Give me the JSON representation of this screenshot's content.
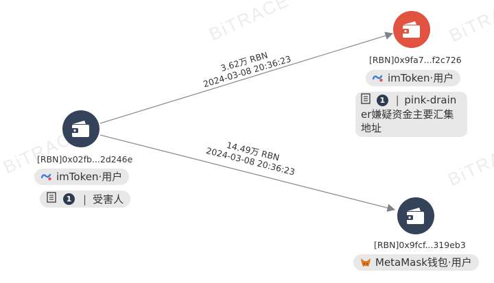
{
  "watermark": "BiTRACE",
  "colors": {
    "node_dark": "#34425a",
    "node_red": "#e15241",
    "edge": "#8a8f96",
    "pill_bg": "#e8e8e8"
  },
  "nodes": [
    {
      "id": "source",
      "address": "[RBN]0x02fb...2d246e",
      "color": "#34425a",
      "icon": "wallet-icon",
      "label_icon": "imtoken-icon",
      "label": "imToken·用户",
      "tag": {
        "icon": "note-icon",
        "count": "1",
        "separator": "|",
        "text": "受害人"
      }
    },
    {
      "id": "target-red",
      "address": "[RBN]0x9fa7...f2c726",
      "color": "#e15241",
      "icon": "wallet-icon",
      "label_icon": "imtoken-icon",
      "label": "imToken·用户",
      "tag": {
        "icon": "note-icon",
        "count": "1",
        "separator": "|",
        "text": "pink-drainer嫌疑资金主要汇集地址"
      }
    },
    {
      "id": "target-dark",
      "address": "[RBN]0x9fcf...319eb3",
      "color": "#34425a",
      "icon": "wallet-icon",
      "label_icon": "metamask-icon",
      "label": "MetaMask钱包·用户"
    }
  ],
  "edges": [
    {
      "from": "source",
      "to": "target-red",
      "amount": "3.62万 RBN",
      "time": "2024-03-08 20:36:23"
    },
    {
      "from": "source",
      "to": "target-dark",
      "amount": "14.49万 RBN",
      "time": "2024-03-08 20:36:23"
    }
  ]
}
